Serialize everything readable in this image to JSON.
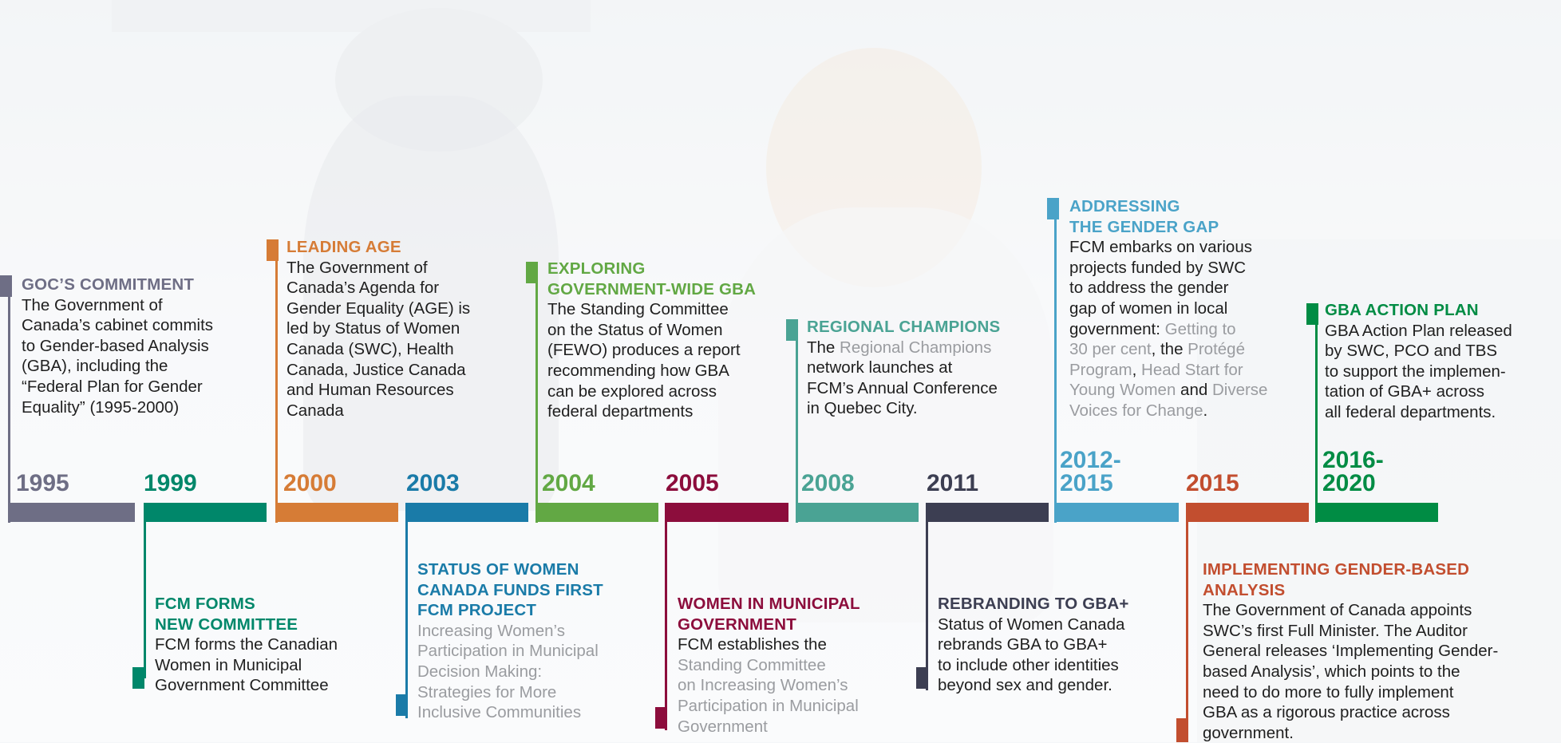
{
  "colors": {
    "c1995": "#6e6e85",
    "c1999": "#00876a",
    "c2000": "#d67c36",
    "c2003": "#1a7ba8",
    "c2004": "#62a844",
    "c2005": "#8c0d3c",
    "c2008": "#4aa394",
    "c2011": "#3c3e52",
    "c2012": "#4aa3c8",
    "c2015": "#c24e2f",
    "c2016": "#008c44",
    "muted": "#9a9ca0"
  },
  "timeline": {
    "years": [
      "1995",
      "1999",
      "2000",
      "2003",
      "2004",
      "2005",
      "2008",
      "2011",
      "2012-\n2015",
      "2015",
      "2016-\n2020"
    ]
  },
  "events": {
    "goc": {
      "title": "GOC’S COMMITMENT",
      "body": [
        "The Government of",
        "Canada’s cabinet commits",
        "to Gender-based Analysis",
        "(GBA), including the",
        "“Federal Plan for Gender",
        "Equality” (1995-2000)"
      ]
    },
    "fcm_forms": {
      "title": [
        "FCM FORMS",
        "NEW COMMITTEE"
      ],
      "body": [
        "FCM forms the Canadian",
        "Women in Municipal",
        "Government Committee"
      ]
    },
    "leading_age": {
      "title": "LEADING AGE",
      "body": [
        "The Government of",
        "Canada’s Agenda for",
        "Gender Equality (AGE) is",
        "led by Status of Women",
        "Canada (SWC), Health",
        "Canada, Justice Canada",
        "and Human Resources",
        "Canada"
      ]
    },
    "swc_funds": {
      "title": [
        "STATUS OF WOMEN",
        "CANADA FUNDS FIRST",
        "FCM PROJECT"
      ],
      "body": [
        "Increasing Women’s",
        "Participation in Municipal",
        "Decision Making:",
        "Strategies for More",
        "Inclusive Communities"
      ]
    },
    "exploring": {
      "title": [
        "EXPLORING",
        "GOVERNMENT-WIDE GBA"
      ],
      "body": [
        "The Standing Committee",
        "on the Status of Women",
        "(FEWO) produces a report",
        "recommending how GBA",
        "can be explored across",
        "federal departments"
      ]
    },
    "women_muni": {
      "title": [
        "WOMEN IN MUNICIPAL",
        "GOVERNMENT"
      ],
      "body_lead": "FCM establishes the",
      "body_muted": [
        "Standing Committee",
        "on Increasing Women’s",
        "Participation in Municipal",
        "Government"
      ]
    },
    "regional": {
      "title": "REGIONAL CHAMPIONS",
      "b1": "The ",
      "b1m": "Regional Champions",
      "body": [
        "network launches at",
        "FCM’s Annual Conference",
        "in Quebec City."
      ]
    },
    "rebranding": {
      "title": "REBRANDING TO GBA+",
      "body": [
        "Status of Women Canada",
        "rebrands GBA to GBA+",
        "to include other identities",
        "beyond sex and gender."
      ]
    },
    "gap": {
      "title": [
        "ADDRESSING",
        "THE GENDER GAP"
      ],
      "body": [
        "FCM embarks on various",
        "projects funded by SWC",
        "to address the gender",
        "gap of women in local"
      ],
      "l5a": "government: ",
      "l5m": "Getting to",
      "l6m": "30 per cent",
      "l6b": ", the ",
      "l6m2": "Protégé",
      "l7m": "Program",
      "l7b": ", ",
      "l7m2": "Head Start for",
      "l8m": "Young Women",
      "l8b": " and ",
      "l8m2": "Diverse",
      "l9m": "Voices for Change",
      "l9b": "."
    },
    "implementing": {
      "title": [
        "IMPLEMENTING GENDER-BASED",
        "ANALYSIS"
      ],
      "body": [
        "The Government of Canada appoints",
        "SWC’s first Full Minister. The Auditor",
        "General releases ‘Implementing Gender-",
        "based Analysis’, which points to the",
        "need to do more to fully implement",
        "GBA as a rigorous practice across",
        "government."
      ]
    },
    "action_plan": {
      "title": "GBA ACTION PLAN",
      "body": [
        "GBA Action Plan released",
        "by SWC, PCO and TBS",
        "to support the implemen-",
        "tation of GBA+ across",
        "all federal departments."
      ]
    }
  }
}
